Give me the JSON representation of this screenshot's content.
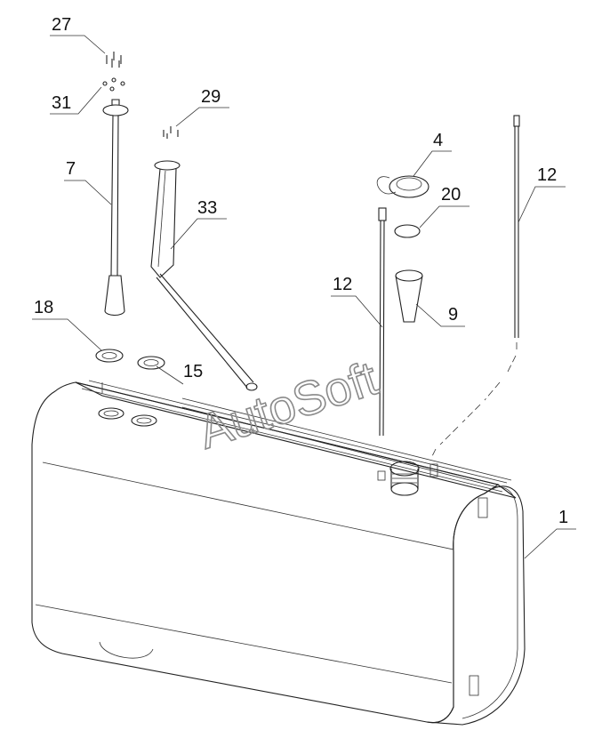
{
  "watermark": "AutoSoft",
  "callouts": [
    {
      "id": "c27",
      "text": "27"
    },
    {
      "id": "c31",
      "text": "31"
    },
    {
      "id": "c29",
      "text": "29"
    },
    {
      "id": "c7",
      "text": "7"
    },
    {
      "id": "c33",
      "text": "33"
    },
    {
      "id": "c4",
      "text": "4"
    },
    {
      "id": "c20",
      "text": "20"
    },
    {
      "id": "c12a",
      "text": "12"
    },
    {
      "id": "c12b",
      "text": "12"
    },
    {
      "id": "c9",
      "text": "9"
    },
    {
      "id": "c18",
      "text": "18"
    },
    {
      "id": "c15",
      "text": "15"
    },
    {
      "id": "c1",
      "text": "1"
    }
  ]
}
